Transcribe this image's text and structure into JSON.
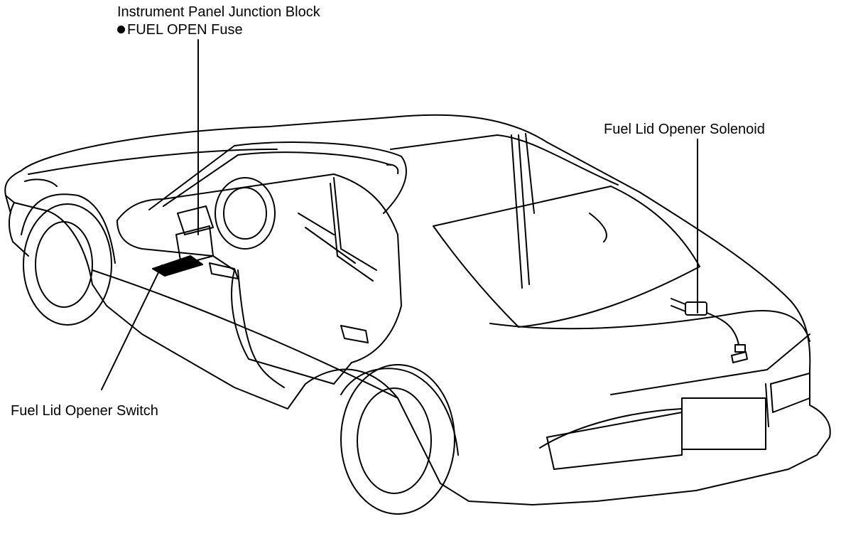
{
  "labels": {
    "junction_block": "Instrument Panel Junction Block",
    "fuse": "FUEL OPEN Fuse",
    "solenoid": "Fuel Lid Opener Solenoid",
    "switch": "Fuel Lid Opener Switch"
  },
  "colors": {
    "line": "#000000",
    "background": "#ffffff"
  }
}
